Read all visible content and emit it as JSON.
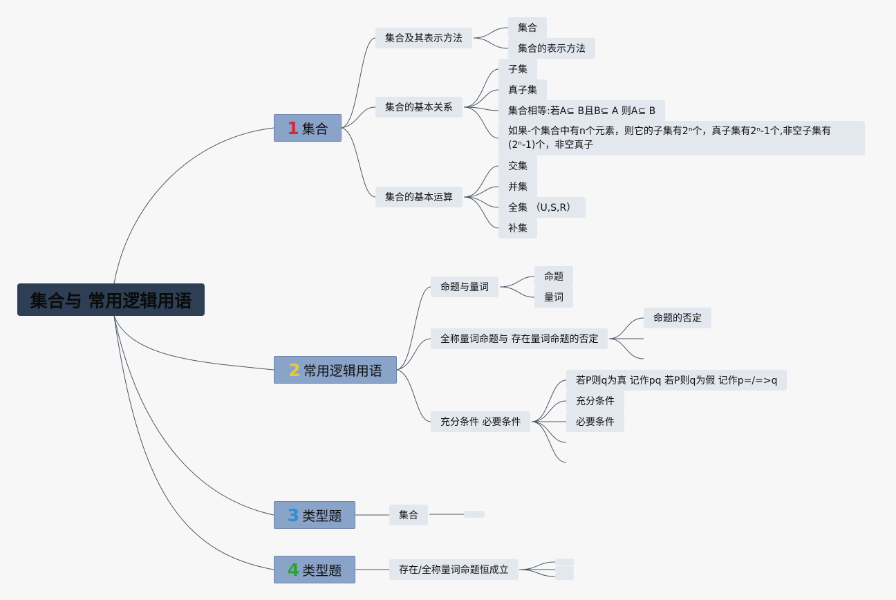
{
  "root": "集合与 常用逻辑用语",
  "branches": [
    {
      "num": "1",
      "num_color": "#d0293b",
      "label": "集合",
      "children": [
        {
          "label": "集合及其表示方法",
          "children": [
            "集合",
            "集合的表示方法"
          ]
        },
        {
          "label": "集合的基本关系",
          "children": [
            "子集",
            "真子集",
            "集合相等:若A⊆ B且B⊆ A 则A⊆ B",
            "如果-个集合中有n个元素，则它的子集有2ⁿ个，真子集有2ⁿ-1个,非空子集有(2ⁿ-1)个，非空真子"
          ]
        },
        {
          "label": "集合的基本运算",
          "children": [
            "交集",
            "并集",
            "全集  （U,S,R）",
            "补集"
          ]
        }
      ]
    },
    {
      "num": "2",
      "num_color": "#e8c93c",
      "label": "常用逻辑用语",
      "children": [
        {
          "label": "命题与量词",
          "children": [
            "命题",
            "量词"
          ]
        },
        {
          "label": "全称量词命题与 存在量词命题的否定",
          "children": [
            "命题的否定"
          ]
        },
        {
          "label": "充分条件 必要条件",
          "children": [
            "若P则q为真 记作pq 若P则q为假 记作p=/=>q",
            "充分条件",
            "必要条件"
          ]
        }
      ]
    },
    {
      "num": "3",
      "num_color": "#2b8fd6",
      "label": "类型题",
      "children": [
        {
          "label": "集合",
          "children": []
        }
      ]
    },
    {
      "num": "4",
      "num_color": "#2aa33a",
      "label": "类型题",
      "children": [
        {
          "label": "存在/全称量词命题恒成立",
          "children": []
        }
      ]
    }
  ]
}
